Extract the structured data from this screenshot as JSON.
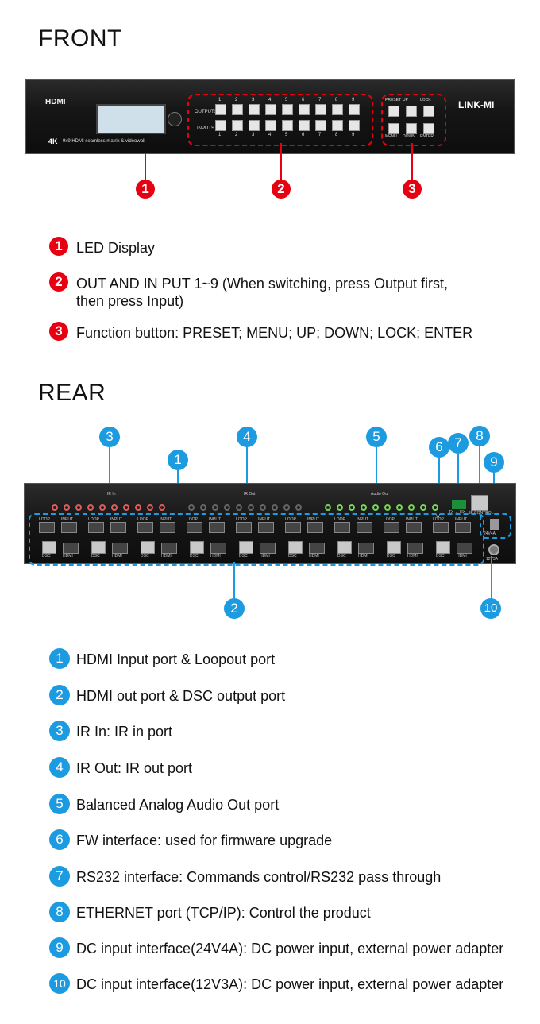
{
  "front": {
    "title": "FRONT",
    "device": {
      "brand_logo": "HDMI",
      "model_text": "9x9 HDMI seamless matrix & videowall",
      "badge_4k": "4K",
      "outputs_label": "OUTPUTS",
      "inputs_label": "INPUTS",
      "numbers": [
        "1",
        "2",
        "3",
        "4",
        "5",
        "6",
        "7",
        "8",
        "9"
      ],
      "func_labels": [
        "PRESET",
        "UP",
        "LOCK",
        "MENU",
        "DOWN",
        "ENTER"
      ],
      "vendor": "LINK-MI"
    },
    "callouts": [
      "1",
      "2",
      "3"
    ],
    "items": [
      {
        "num": "1",
        "text": "LED Display"
      },
      {
        "num": "2",
        "text": "OUT AND IN PUT 1~9 (When switching, press Output first,",
        "text2": "then press Input)"
      },
      {
        "num": "3",
        "text": "Function button: PRESET; MENU; UP; DOWN; LOCK; ENTER"
      }
    ],
    "accent_color": "#e60012"
  },
  "rear": {
    "title": "REAR",
    "device": {
      "ir_in_label": "IR In",
      "ir_out_label": "IR Out",
      "audio_out_label": "Audio Out",
      "all_label": "ALL",
      "fw_label": "FW",
      "rs232_label": "TX ⏚ RX",
      "ip_label": "IP CONTROL",
      "dc24_label": "24V4A",
      "dc12_label": "12V3A",
      "loop_label": "LOOP",
      "input_label": "INPUT",
      "dsc_label": "DSC",
      "hdmi_label": "HDMI"
    },
    "callouts": [
      "1",
      "2",
      "3",
      "4",
      "5",
      "6",
      "7",
      "8",
      "9",
      "10"
    ],
    "items": [
      {
        "num": "1",
        "text": "HDMI Input port & Loopout port"
      },
      {
        "num": "2",
        "text": "HDMI out port & DSC output port"
      },
      {
        "num": "3",
        "text": "IR In: IR in port"
      },
      {
        "num": "4",
        "text": "IR Out: IR out port"
      },
      {
        "num": "5",
        "text": "Balanced Analog Audio Out port"
      },
      {
        "num": "6",
        "text": "FW interface: used for firmware upgrade"
      },
      {
        "num": "7",
        "text": "RS232 interface: Commands control/RS232 pass through"
      },
      {
        "num": "8",
        "text": "ETHERNET port (TCP/IP): Control the product"
      },
      {
        "num": "9",
        "text": "DC input interface(24V4A): DC power input, external power adapter"
      },
      {
        "num": "10",
        "text": "DC input interface(12V3A): DC power input, external power adapter"
      }
    ],
    "accent_color": "#1c9be0"
  }
}
